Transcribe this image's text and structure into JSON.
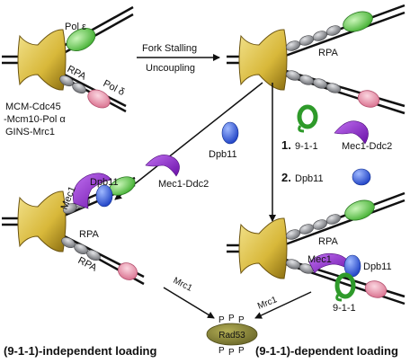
{
  "labels": {
    "pol_epsilon": "Pol ε",
    "pol_delta": "Pol δ",
    "rpa": "RPA",
    "complex_line1": "MCM-Cdc45",
    "complex_line2": "-Mcm10-Pol α",
    "complex_line3": "GINS-Mrc1",
    "fork_stalling": "Fork Stalling",
    "uncoupling": "Uncoupling",
    "dpb11": "Dpb11",
    "mec1": "Mec1",
    "mec1_ddc2": "Mec1-Ddc2",
    "step1": "1.",
    "step2": "2.",
    "nine_one_one": "9-1-1",
    "mrc1": "Mrc1",
    "rad53": "Rad53",
    "phospho": "P",
    "independent_loading": "(9-1-1)-independent loading",
    "dependent_loading": "(9-1-1)-dependent loading"
  },
  "colors": {
    "helicase": "#d8b83a",
    "pol_epsilon": "#5ccd4a",
    "pol_delta": "#e58aa6",
    "rpa": "#8f9196",
    "dpb11": "#3a67e0",
    "mec1_ddc2": "#8a22c8",
    "nine_one_one": "#2e9a2a",
    "rad53": "#7d7a33"
  }
}
